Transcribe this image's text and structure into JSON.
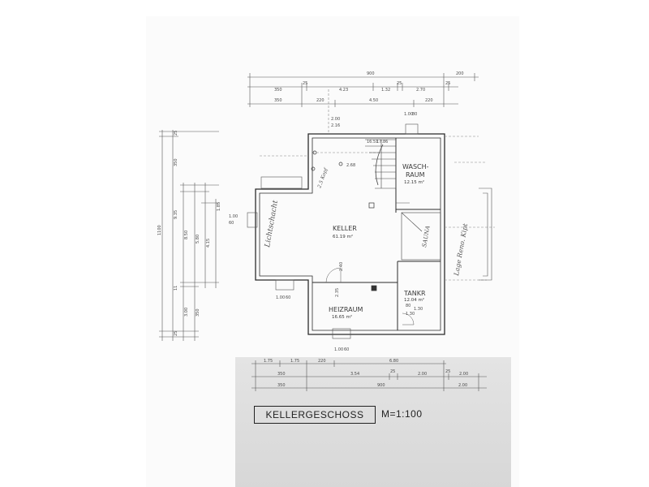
{
  "drawing": {
    "title": "KELLERGESCHOSS",
    "scale": "M=1:100"
  },
  "rooms": {
    "keller": {
      "name": "KELLER",
      "area": "61.19 m²"
    },
    "waschraum": {
      "name_line1": "WASCH-",
      "name_line2": "RAUM",
      "area": "12.15 m²"
    },
    "tankr": {
      "name": "TANKR",
      "area": "12.04 m²"
    },
    "heizraum": {
      "name": "HEIZRAUM",
      "area": "16.65 m²"
    },
    "sauna": {
      "name": "SAUNA"
    }
  },
  "handwritten": {
    "left_wall": "Lichtschacht",
    "right_outside": "Lage Reno. Kipt",
    "stair_note": "2.5 Kopf"
  },
  "dimensions": {
    "top_row1": [
      "900",
      "200"
    ],
    "top_row2": [
      "350",
      "25",
      "4.23",
      "1.32",
      "25",
      "2.70",
      "25"
    ],
    "top_row3": [
      "350",
      "220",
      "4.50",
      "220"
    ],
    "bottom_row1": [
      "1.75",
      "1.75",
      "220",
      "6.80"
    ],
    "bottom_row2": [
      "350",
      "3.54",
      "25",
      "2.00",
      "25",
      "2.00"
    ],
    "bottom_row3": [
      "350",
      "900",
      "2.00"
    ],
    "left_col": [
      "1100",
      "9.35",
      "8.50",
      "5.80",
      "4.15",
      "1.85",
      "350",
      "3.00",
      "350",
      "25",
      "11",
      "25"
    ],
    "openings": [
      "2.00",
      "2.16",
      "1.00",
      "80",
      "1.00",
      "60",
      "1.00",
      "60",
      "1.00",
      "60",
      "80",
      "1.30",
      "1.30",
      "2.40",
      "2.35",
      "2.68",
      "16.51",
      "17.86"
    ]
  }
}
